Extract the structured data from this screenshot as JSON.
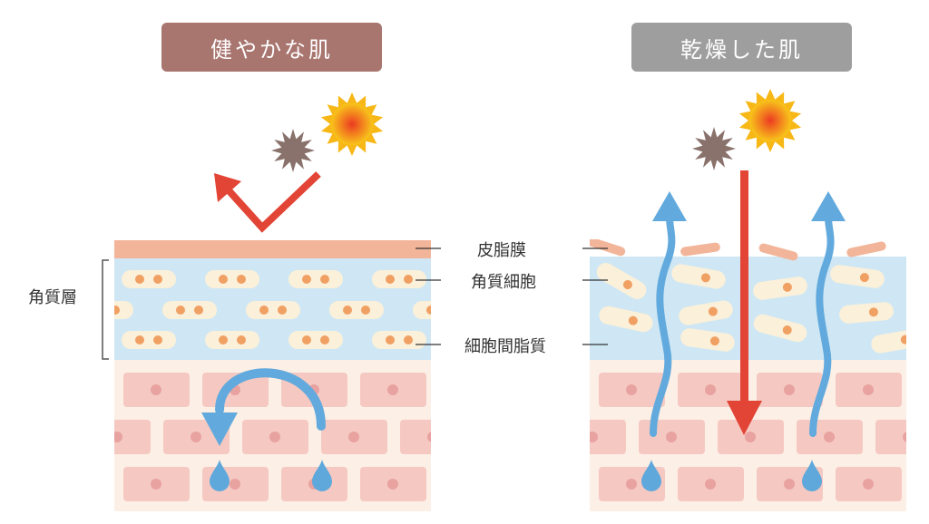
{
  "titles": {
    "healthy": "健やかな肌",
    "dry": "乾燥した肌"
  },
  "labels": {
    "sebum_film": "皮脂膜",
    "keratinocyte": "角質細胞",
    "intercellular_lipid": "細胞間脂質",
    "stratum_corneum": "角質層"
  },
  "colors": {
    "healthy_title_bg": "#a8756f",
    "dry_title_bg": "#9e9e9e",
    "sebum": "#f3b59a",
    "stratum_corneum_bg": "#cfe7f4",
    "keratinocyte_fill": "#fbf0d9",
    "nucleus": "#f0a063",
    "epidermis_bg": "#fcefe6",
    "epidermis_cell": "#f5c9c2",
    "epidermis_nucleus": "#e8a2a0",
    "uv_arrow": "#e24435",
    "moisture_arrow": "#62aadd",
    "water_drop": "#5fa8db",
    "sun_outer": "#f7b817",
    "sun_core": "#ec4a22",
    "irritant": "#8a726c",
    "bracket": "#555555"
  },
  "icons": {
    "sun": "sun-icon",
    "irritant": "irritant-particle-icon",
    "drop": "water-drop-icon"
  }
}
